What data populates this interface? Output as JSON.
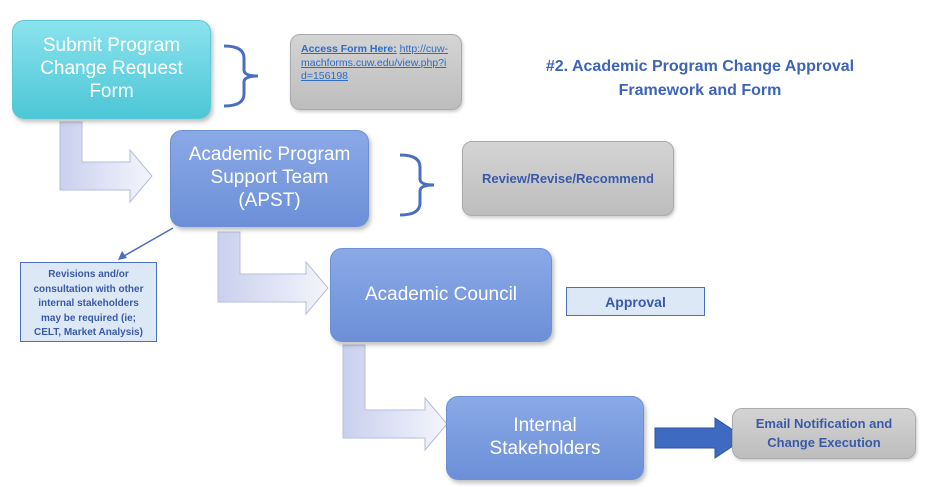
{
  "title": {
    "line1": "#2. Academic Program Change Approval",
    "line2": "Framework  and Form"
  },
  "steps": [
    {
      "line1": "Submit Program",
      "line2": "Change Request",
      "line3": "Form"
    },
    {
      "line1": "Academic Program",
      "line2": "Support Team",
      "line3": "(APST)"
    },
    {
      "line1": "Academic Council"
    },
    {
      "line1": "Internal",
      "line2": "Stakeholders"
    }
  ],
  "notes": {
    "access_label": "Access Form Here:",
    "access_url": "http://cuw-machforms.cuw.edu/view.php?id=156198",
    "review": "Review/Revise/Recommend",
    "approval": "Approval",
    "email_line1": "Email Notification and",
    "email_line2": "Change Execution",
    "revisions": "Revisions and/or consultation with other internal stakeholders may be required (ie; CELT, Market Analysis)"
  },
  "colors": {
    "cyan": "#4cc6d6",
    "blue": "#6c8fd8",
    "title": "#3d64b8"
  }
}
